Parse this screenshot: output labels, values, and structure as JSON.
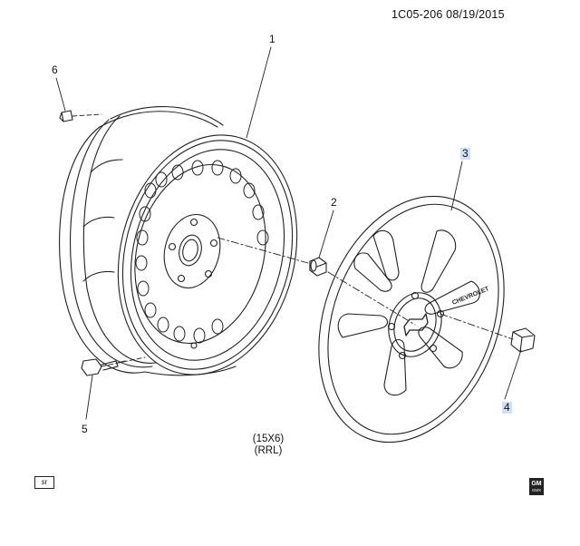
{
  "header": {
    "ref_code": "1C05-206  08/19/2015"
  },
  "callouts": {
    "wheel": "1",
    "wheel_nut": "2",
    "wheel_cover": "3",
    "cover_nut": "4",
    "valve_stem": "5",
    "balance_weight": "6"
  },
  "spec": {
    "size": "(15X6)",
    "code": "(RRL)"
  },
  "badges": {
    "sr": "sr",
    "gm": "GM",
    "gm_sub": "GMX"
  },
  "cover_text": "CHEVROLET",
  "colors": {
    "line": "#222222",
    "highlight": "#cfe0f7",
    "background": "#ffffff"
  }
}
